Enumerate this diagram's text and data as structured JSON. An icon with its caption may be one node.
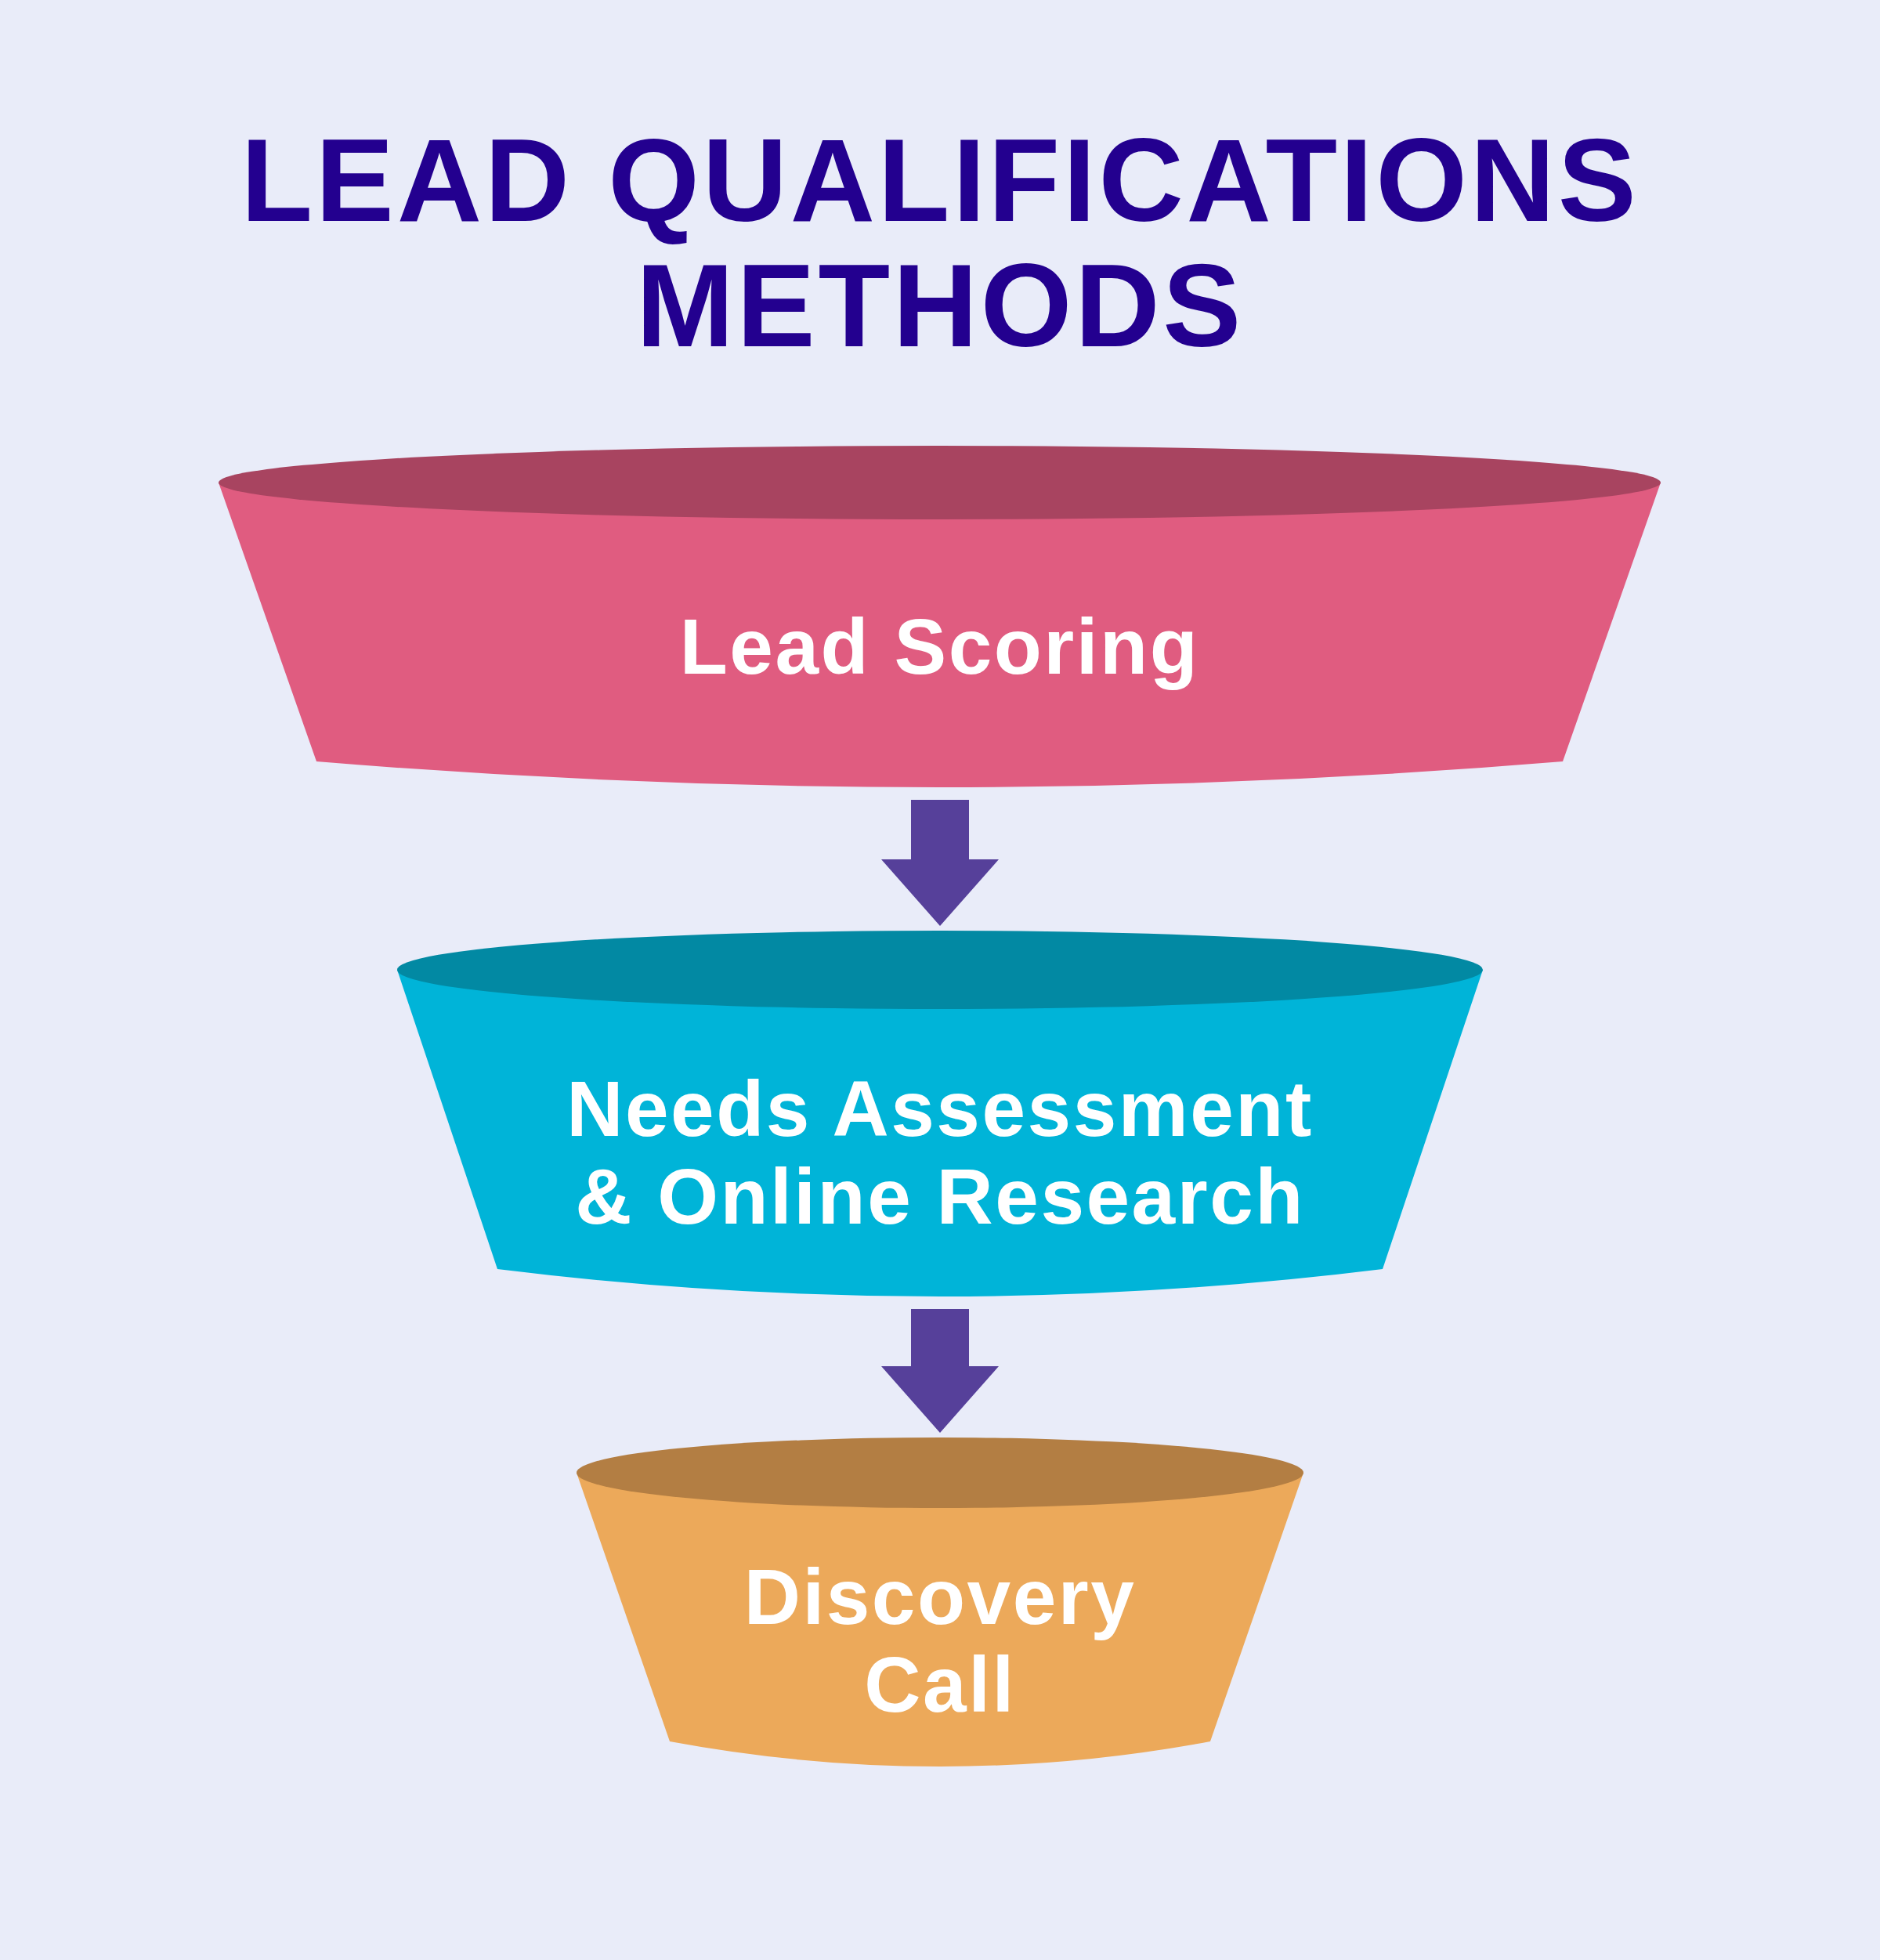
{
  "diagram": {
    "title": "LEAD QUALIFICATIONS METHODS",
    "nodes": [
      {
        "text": [
          "Lead Scoring"
        ]
      },
      {
        "text": [
          "Needs Assessment & Online Research"
        ]
      },
      {
        "text": [
          "Discovery Call"
        ]
      }
    ],
    "edges": [
      {
        "from": 0,
        "to": 1,
        "arrow": "to"
      },
      {
        "from": 1,
        "to": 2,
        "arrow": "to"
      }
    ]
  }
}
